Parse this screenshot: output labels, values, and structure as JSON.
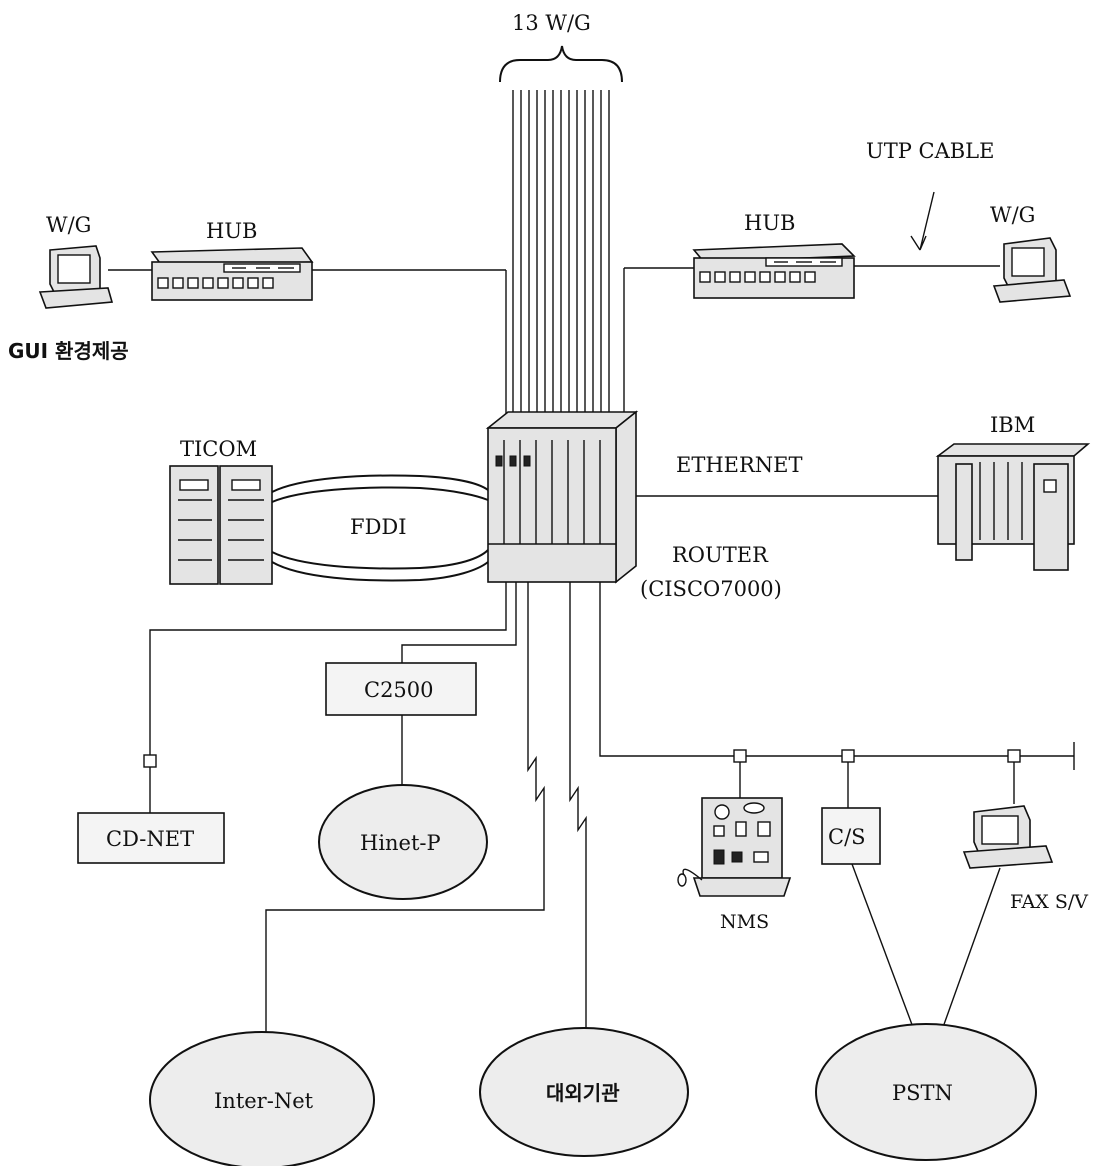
{
  "labels": {
    "wg_bundle": "13 W/G",
    "utp_cable": "UTP CABLE",
    "wg_left": "W/G",
    "hub_left": "HUB",
    "gui_env": "GUI 환경제공",
    "hub_right": "HUB",
    "wg_right": "W/G",
    "ticom": "TICOM",
    "fddi": "FDDI",
    "ethernet": "ETHERNET",
    "ibm": "IBM",
    "router": "ROUTER",
    "router_model": "(CISCO7000)",
    "c2500": "C2500",
    "cd_net": "CD-NET",
    "hinet_p": "Hinet-P",
    "cs": "C/S",
    "nms": "NMS",
    "fax_sv": "FAX S/V",
    "internet": "Inter-Net",
    "external_agency": "대외기관",
    "pstn": "PSTN"
  },
  "colors": {
    "line": "#111111",
    "device_fill": "#e4e4e4",
    "cloud_fill": "#ededed"
  }
}
